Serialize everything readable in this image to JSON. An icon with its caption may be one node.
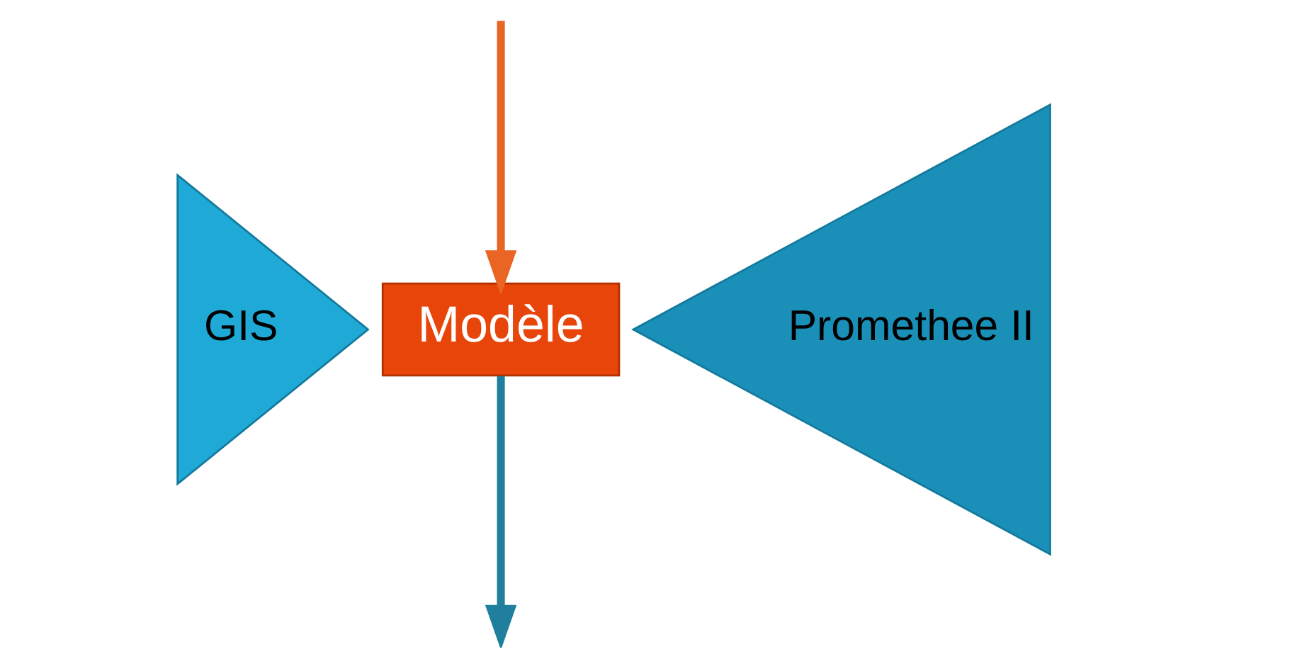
{
  "diagram": {
    "nodes": [
      {
        "text": [
          "GIS"
        ]
      },
      {
        "text": [
          "Modèle"
        ]
      },
      {
        "text": [
          "Promethee II"
        ]
      }
    ],
    "edges": [
      {
        "from": null,
        "to": 1,
        "arrow": "to",
        "color": "#ea6424"
      },
      {
        "from": 1,
        "to": null,
        "arrow": "to",
        "color": "#1f7f9c"
      }
    ]
  }
}
